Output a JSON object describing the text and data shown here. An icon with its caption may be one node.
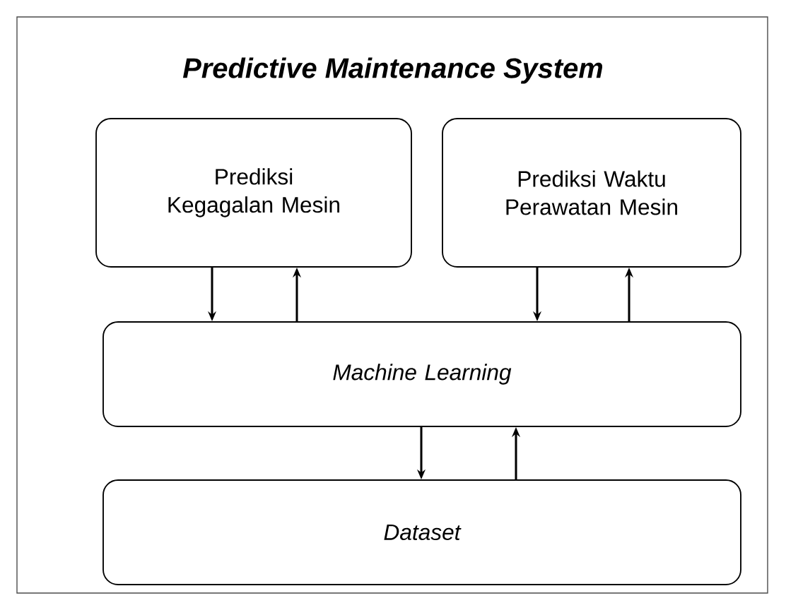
{
  "diagram": {
    "title": "Predictive Maintenance System",
    "nodes": [
      {
        "text": [
          "Prediksi Kegagalan Mesin"
        ]
      },
      {
        "text": [
          "Prediksi Waktu Perawatan Mesin"
        ]
      },
      {
        "text": [
          "Machine Learning"
        ]
      },
      {
        "text": [
          "Dataset"
        ]
      }
    ],
    "edges": [
      {
        "from": 0,
        "to": 2,
        "arrow": "to"
      },
      {
        "from": 2,
        "to": 0,
        "arrow": "to"
      },
      {
        "from": 1,
        "to": 2,
        "arrow": "to"
      },
      {
        "from": 2,
        "to": 1,
        "arrow": "to"
      },
      {
        "from": 2,
        "to": 3,
        "arrow": "to"
      },
      {
        "from": 3,
        "to": 2,
        "arrow": "to"
      }
    ]
  }
}
